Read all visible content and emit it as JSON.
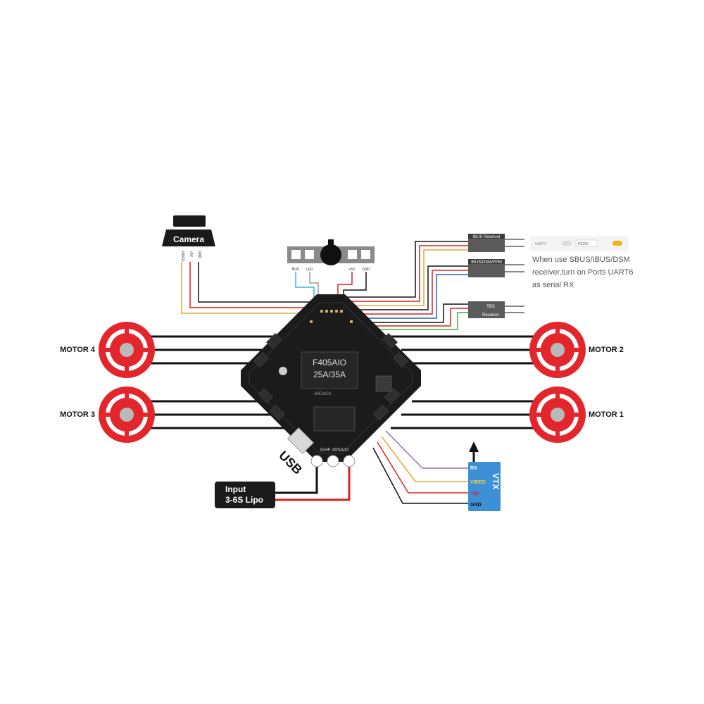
{
  "camera": {
    "label": "Camera",
    "pins": [
      "VIDEO",
      "+5V",
      "GND"
    ]
  },
  "led_strip": {
    "pins": [
      "BUS",
      "LED",
      "+5V",
      "GND"
    ]
  },
  "receivers": {
    "ibus": {
      "label": "IBUS Receiver"
    },
    "sbus": {
      "label": "IBUS/DSM/PPM"
    },
    "tbs": {
      "label": "TBS",
      "sublabel": "Receiver"
    }
  },
  "uart_note": {
    "ui_labels": [
      "UART6",
      "FS220"
    ],
    "lines": [
      "When use SBUS/IBUS/DSM",
      "receiver,turn on Ports UART6",
      "as serial RX"
    ]
  },
  "motors": {
    "m1": "MOTOR 1",
    "m2": "MOTOR 2",
    "m3": "MOTOR 3",
    "m4": "MOTOR 4"
  },
  "board": {
    "chip_line1": "F405AIO",
    "chip_line2": "25A/35A",
    "brand": "JHEMCU",
    "silk": "GHF 405AIO"
  },
  "usb": {
    "label": "USB"
  },
  "power": {
    "line1": "Input",
    "line2": "3-6S Lipo"
  },
  "vtx": {
    "title": "VTX",
    "pins": [
      "RX",
      "VIDEO",
      "+5V",
      "GND"
    ]
  },
  "colors": {
    "motor_red": "#e3262b",
    "wire_black": "#111111",
    "wire_red": "#e01f1f",
    "wire_yellow": "#e8a33a",
    "wire_blue": "#1f5fd1",
    "wire_green": "#3cb043",
    "wire_purple": "#9b6fb0",
    "wire_cyan": "#3ab8d8",
    "vtx_blue": "#3d8fd6"
  }
}
